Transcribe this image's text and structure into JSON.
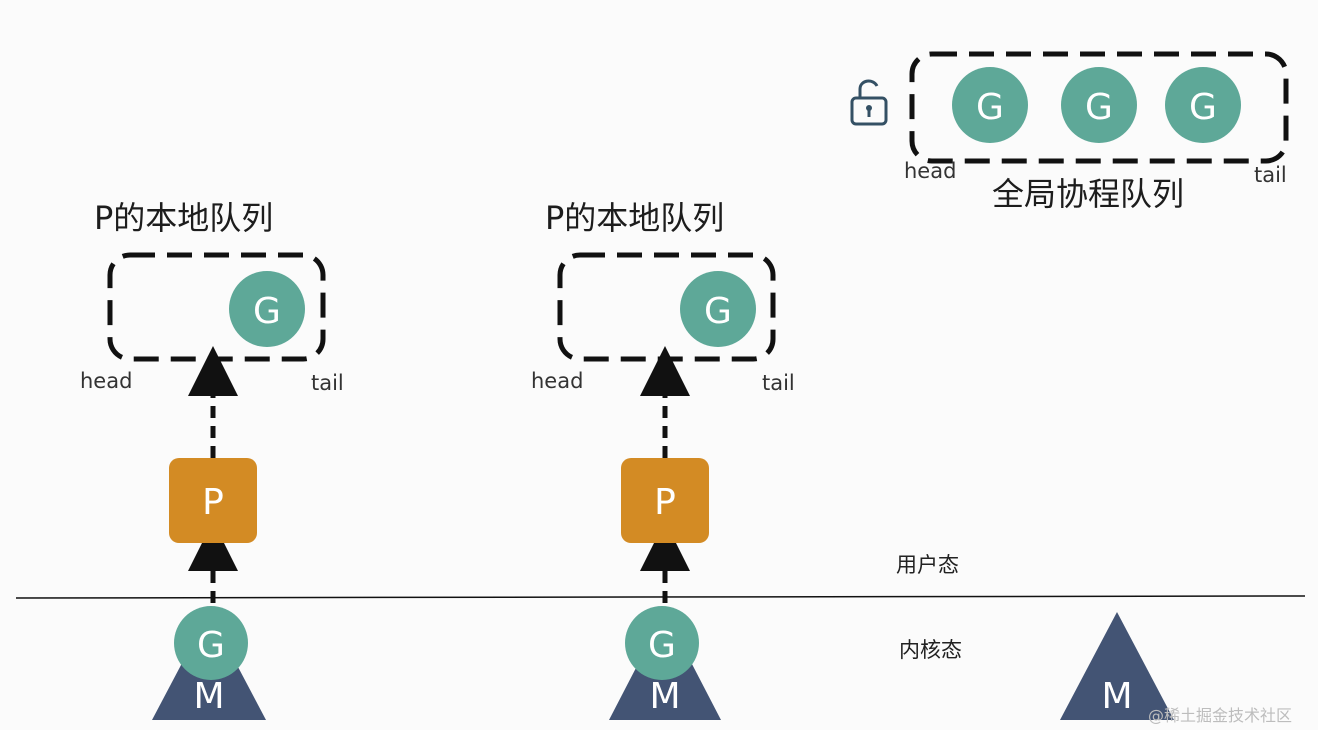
{
  "global_queue": {
    "title": "全局协程队列",
    "head": "head",
    "tail": "tail",
    "g_labels": [
      "G",
      "G",
      "G"
    ]
  },
  "left_queue": {
    "title": "P的本地队列",
    "head": "head",
    "tail": "tail",
    "g_label": "G"
  },
  "right_queue": {
    "title": "P的本地队列",
    "head": "head",
    "tail": "tail",
    "g_label": "G"
  },
  "left_stack": {
    "p_label": "P",
    "g_label": "G",
    "m_label": "M"
  },
  "right_stack": {
    "p_label": "P",
    "g_label": "G",
    "m_label": "M"
  },
  "idle_machine": {
    "m_label": "M"
  },
  "zones": {
    "user_space": "用户态",
    "kernel_space": "内核态"
  },
  "watermark": "@稀土掘金技术社区",
  "colors": {
    "goroutine": "#5ea898",
    "processor": "#d38b24",
    "machine": "#435474",
    "queue_border": "#111111",
    "lock": "#345064"
  }
}
